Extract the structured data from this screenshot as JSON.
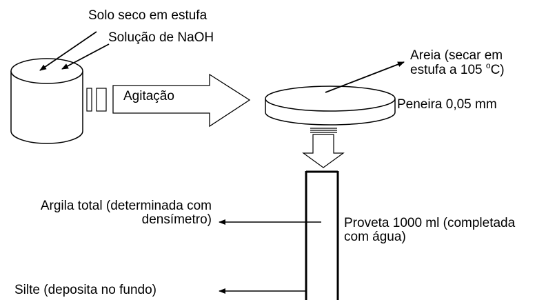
{
  "labels": {
    "solo_seco": "Solo seco em estufa",
    "solucao": "Solução de NaOH",
    "agitacao": "Agitação",
    "areia_line1": "Areia (secar em",
    "areia_line2_prefix": "estufa a 105 ",
    "areia_line2_sup": "o",
    "areia_line2_suffix": "C)",
    "peneira": "Peneira 0,05 mm",
    "argila_line1": "Argila total (determinada com",
    "argila_line2": "densímetro)",
    "proveta_line1": "Proveta 1000 ml (completada",
    "proveta_line2": "com água)",
    "silte": "Silte (deposita no fundo)"
  }
}
